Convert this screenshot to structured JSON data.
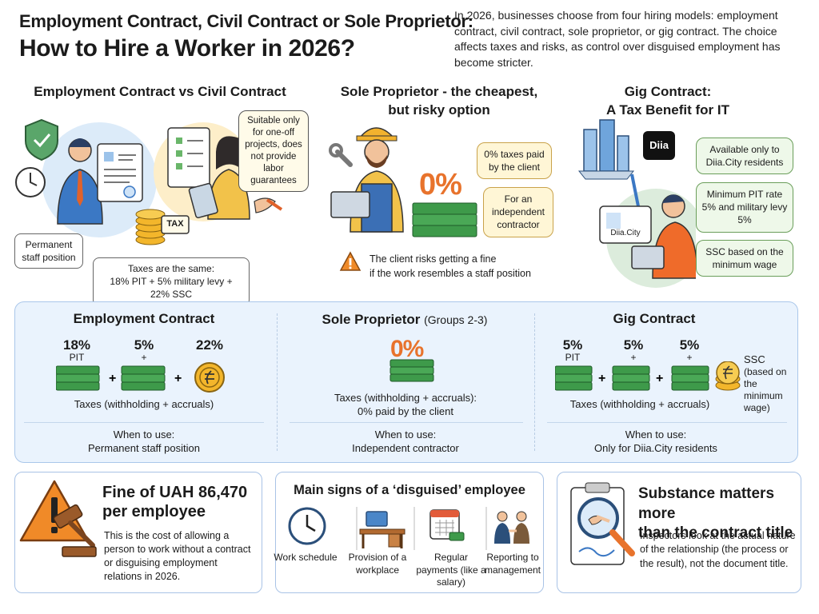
{
  "header": {
    "title_line1": "Employment Contract, Civil Contract or Sole Proprietor:",
    "title_line2": "How to Hire a Worker in 2026?",
    "intro": "In 2026, businesses choose from four hiring models: employment contract, civil contract, sole proprietor, or gig contract. The choice affects taxes and risks, as control over disguised employment has become stricter."
  },
  "section1": {
    "heading": "Employment Contract vs Civil Contract",
    "bubble": "Suitable only for one-off projects, does not provide labor guarantees",
    "permanent_box": "Permanent staff position",
    "taxes_box_line1": "Taxes are the same:",
    "taxes_box_line2": "18% PIT + 5% military levy + 22% SSC",
    "tax_label": "TAX"
  },
  "section2": {
    "heading_line1": "Sole Proprietor - the cheapest,",
    "heading_line2": "but risky option",
    "percent": "0%",
    "box_taxes": "0% taxes paid by the client",
    "box_contractor": "For an independent contractor",
    "warning_line1": "The client risks getting a fine",
    "warning_line2": "if the work resembles a staff position"
  },
  "section3": {
    "heading_line1": "Gig Contract:",
    "heading_line2": "A Tax Benefit for IT",
    "diia_logo": "Diia",
    "badge_label": "Diia.City",
    "box1": "Available only to Diia.City residents",
    "box2": "Minimum PIT rate 5% and military levy 5%",
    "box3": "SSC based on the minimum wage"
  },
  "comparison": {
    "employment": {
      "heading": "Employment Contract",
      "rates": [
        {
          "value": "18%",
          "label": "PIT"
        },
        {
          "value": "5%",
          "label": "+"
        },
        {
          "value": "22%",
          "label": ""
        }
      ],
      "taxes_text": "Taxes (withholding + accruals)",
      "when_label": "When to use:",
      "when_value": "Permanent staff position"
    },
    "sole": {
      "heading": "Sole Proprietor",
      "heading_suffix": "(Groups 2-3)",
      "percent": "0%",
      "taxes_text_line1": "Taxes (withholding + accruals):",
      "taxes_text_line2": "0% paid by the client",
      "when_label": "When to use:",
      "when_value": "Independent contractor"
    },
    "gig": {
      "heading": "Gig Contract",
      "rates": [
        {
          "value": "5%",
          "label": "PIT"
        },
        {
          "value": "5%",
          "label": "+"
        },
        {
          "value": "5%",
          "label": "+"
        }
      ],
      "ssc_label": "SSC",
      "ssc_note": "(based on the minimum wage)",
      "taxes_text": "Taxes (withholding + accruals)",
      "when_label": "When to use:",
      "when_value": "Only for Diia.City residents"
    }
  },
  "fine_card": {
    "title_line1": "Fine of UAH 86,470",
    "title_line2": "per employee",
    "text": "This is the cost of allowing a person to work without a contract or disguising employment relations in 2026."
  },
  "signs_card": {
    "title": "Main signs of a ‘disguised’ employee",
    "signs": [
      {
        "label": "Work schedule"
      },
      {
        "label": "Provision of a workplace"
      },
      {
        "label": "Regular payments (like a salary)"
      },
      {
        "label": "Reporting to management"
      }
    ]
  },
  "substance_card": {
    "title_line1": "Substance matters more",
    "title_line2": "than the contract title",
    "text": "Inspectors look at the actual nature of the relationship (the process or the result), not the document title."
  },
  "colors": {
    "panel_bg": "#eaf3fd",
    "money_green": "#3e9a4a",
    "coin_gold": "#f3b62b",
    "warning_orange": "#e8732c",
    "percent_orange": "#e8732c"
  }
}
